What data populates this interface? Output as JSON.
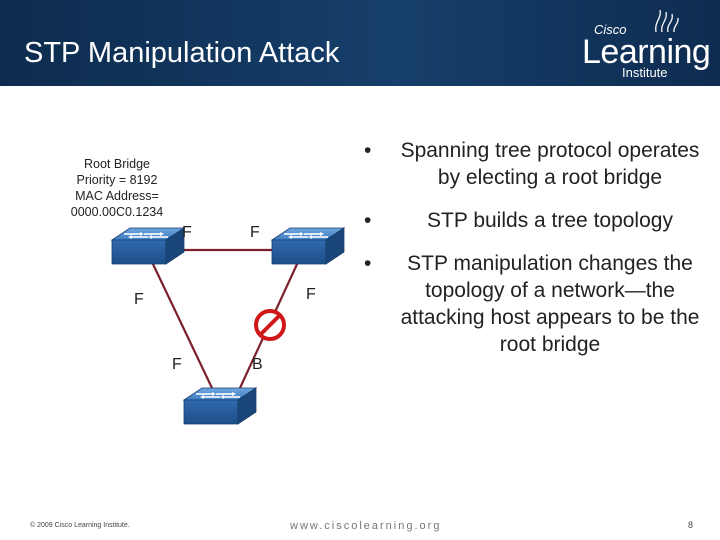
{
  "header": {
    "title": "STP Manipulation Attack",
    "logo": {
      "brand": "Cisco",
      "wordmark": "Learning",
      "sub": "Institute"
    }
  },
  "diagram": {
    "root_label": [
      "Root Bridge",
      "Priority = 8192",
      "MAC Address=",
      "0000.00C0.1234"
    ],
    "ports": {
      "root_right": "F",
      "right_left": "F",
      "root_down": "F",
      "right_down": "F",
      "bottom_left": "F",
      "bottom_right": "B"
    },
    "blocked_symbol": "no-entry-icon",
    "switch_icon": "switch-icon"
  },
  "bullets": [
    "Spanning tree protocol operates by electing a root bridge",
    "STP builds a tree topology",
    "STP manipulation changes the topology of a network—the attacking host appears to be the root bridge"
  ],
  "footer": {
    "copyright": "© 2009 Cisco Learning Institute.",
    "url": "www.ciscolearning.org",
    "page": "8"
  },
  "colors": {
    "header_bg": "#163f6b",
    "link_line": "#7a1f2b",
    "block_red": "#d01818",
    "switch_blue": "#2f6fb5"
  }
}
